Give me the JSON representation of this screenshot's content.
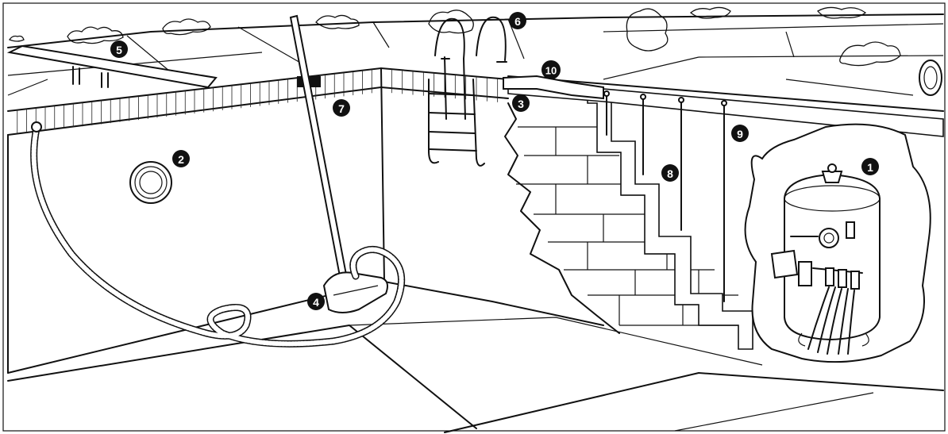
{
  "callouts": [
    {
      "id": "filter",
      "label": "1"
    },
    {
      "id": "underwater-light",
      "label": "2"
    },
    {
      "id": "wall-cutaway",
      "label": "3"
    },
    {
      "id": "vacuum-head",
      "label": "4"
    },
    {
      "id": "diving-board",
      "label": "5"
    },
    {
      "id": "ladder",
      "label": "6"
    },
    {
      "id": "skimmer",
      "label": "7"
    },
    {
      "id": "block-wall",
      "label": "8"
    },
    {
      "id": "rebar",
      "label": "9"
    },
    {
      "id": "coping",
      "label": "10"
    }
  ]
}
